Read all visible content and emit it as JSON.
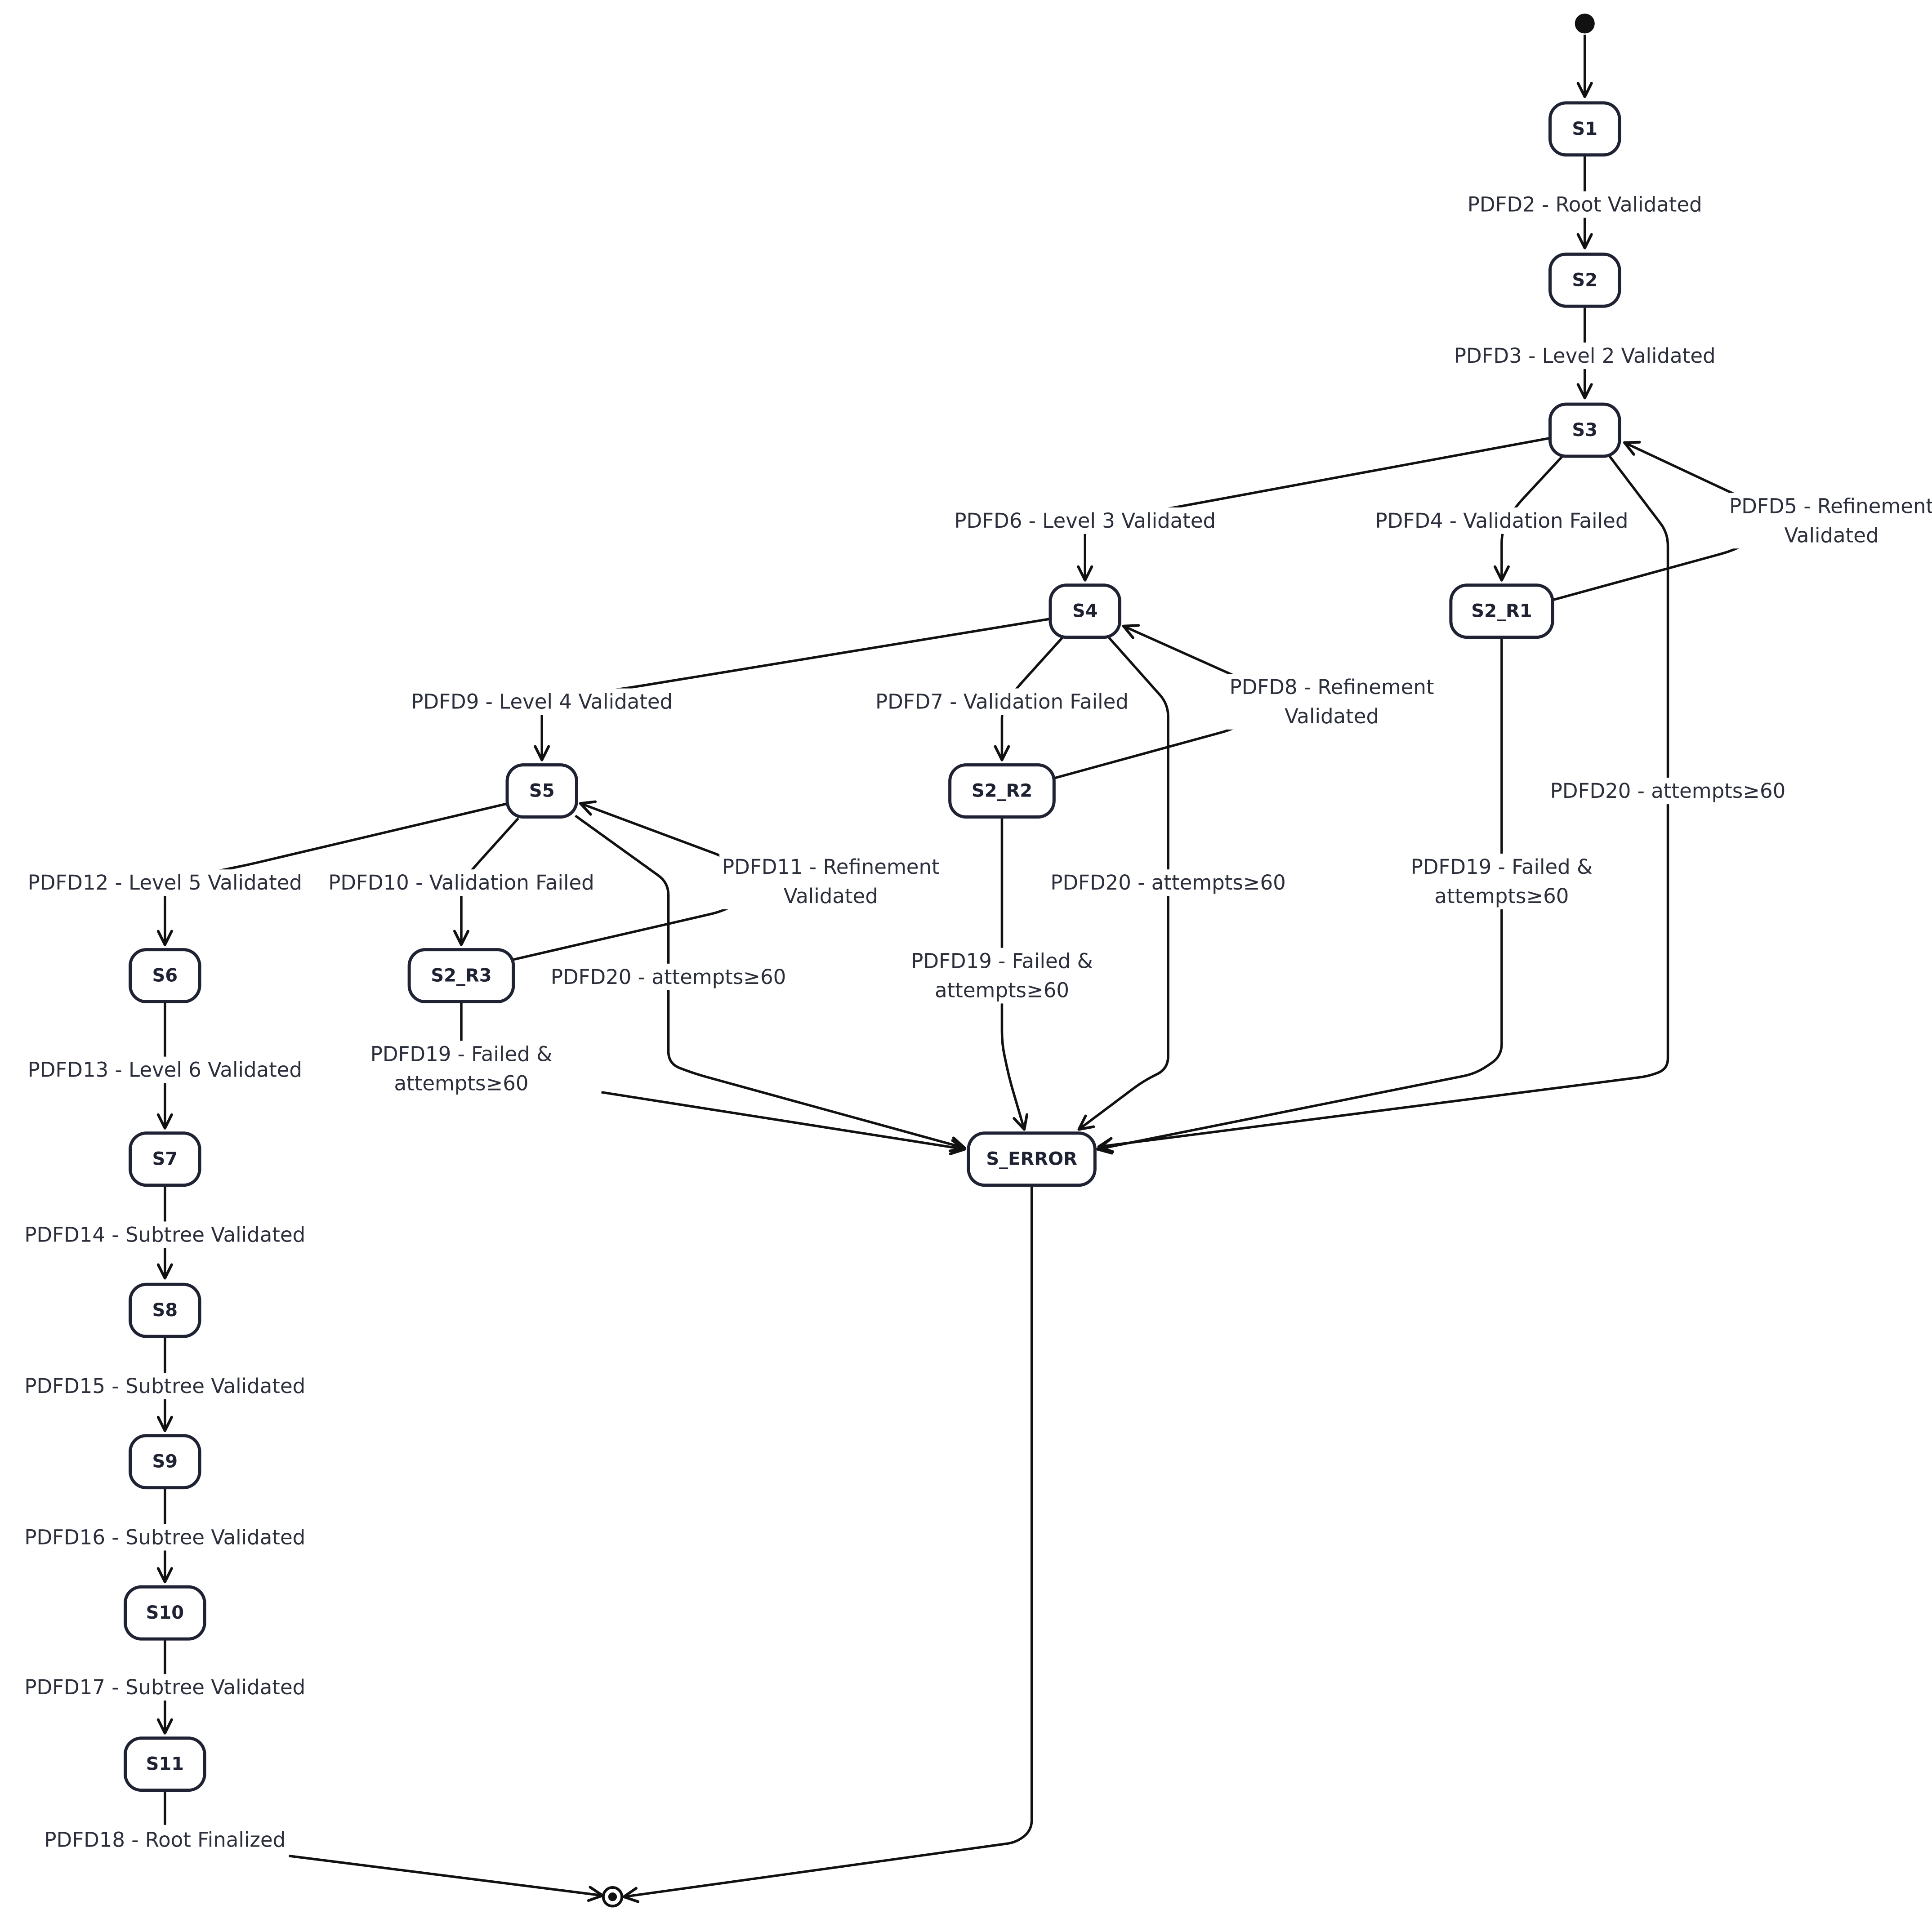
{
  "diagram": {
    "type": "state-machine",
    "states": {
      "s1": "S1",
      "s2": "S2",
      "s3": "S3",
      "s4": "S4",
      "s5": "S5",
      "s6": "S6",
      "s7": "S7",
      "s8": "S8",
      "s9": "S9",
      "s10": "S10",
      "s11": "S11",
      "s2_r1": "S2_R1",
      "s2_r2": "S2_R2",
      "s2_r3": "S2_R3",
      "s_error": "S_ERROR"
    },
    "transitions": {
      "pdfd2": [
        "PDFD2 - Root Validated"
      ],
      "pdfd3": [
        "PDFD3 - Level 2 Validated"
      ],
      "pdfd6": [
        "PDFD6 - Level 3 Validated"
      ],
      "pdfd4": [
        "PDFD4 - Validation Failed"
      ],
      "pdfd5": [
        "PDFD5 - Refinement",
        "Validated"
      ],
      "pdfd9": [
        "PDFD9 - Level 4 Validated"
      ],
      "pdfd7": [
        "PDFD7 - Validation Failed"
      ],
      "pdfd8": [
        "PDFD8 - Refinement",
        "Validated"
      ],
      "pdfd20_s3": [
        "PDFD20 - attempts≥60"
      ],
      "pdfd20_s4": [
        "PDFD20 - attempts≥60"
      ],
      "pdfd20_s5": [
        "PDFD20 - attempts≥60"
      ],
      "pdfd19_r1": [
        "PDFD19 - Failed &",
        "attempts≥60"
      ],
      "pdfd19_r2": [
        "PDFD19 - Failed &",
        "attempts≥60"
      ],
      "pdfd19_r3": [
        "PDFD19 - Failed &",
        "attempts≥60"
      ],
      "pdfd12": [
        "PDFD12 - Level 5 Validated"
      ],
      "pdfd10": [
        "PDFD10 - Validation Failed"
      ],
      "pdfd11": [
        "PDFD11 - Refinement",
        "Validated"
      ],
      "pdfd13": [
        "PDFD13 - Level 6 Validated"
      ],
      "pdfd14": [
        "PDFD14 - Subtree Validated"
      ],
      "pdfd15": [
        "PDFD15 - Subtree Validated"
      ],
      "pdfd16": [
        "PDFD16 - Subtree Validated"
      ],
      "pdfd17": [
        "PDFD17 - Subtree Validated"
      ],
      "pdfd18": [
        "PDFD18 - Root Finalized"
      ]
    }
  },
  "colors": {
    "node_border": "#1f2233",
    "edge": "#111111",
    "label_text": "#2b2e3b",
    "background": "#ffffff"
  }
}
